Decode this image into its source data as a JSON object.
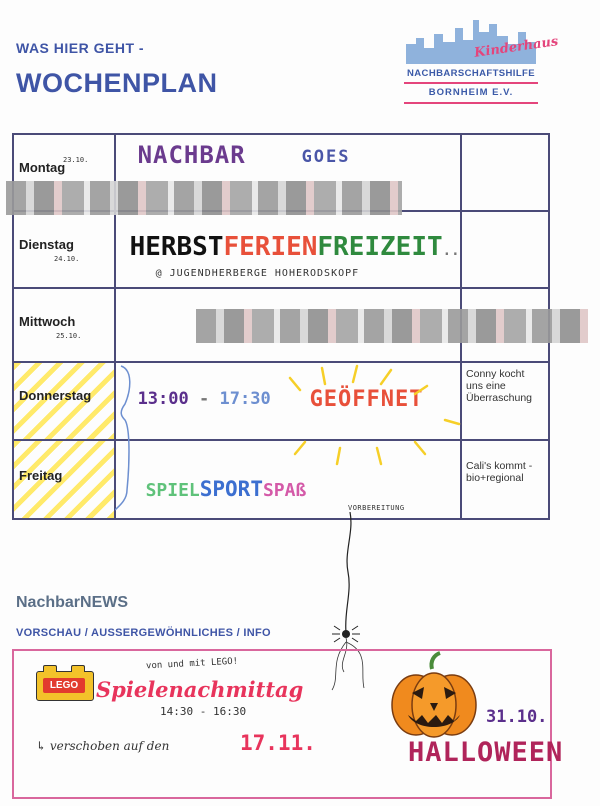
{
  "header": {
    "subtitle": "WAS HIER GEHT -",
    "title": "WOCHENPLAN"
  },
  "logo": {
    "script": "Kinderhaus",
    "line1": "NACHBARSCHAFTSHILFE",
    "line2": "BORNHEIM E.V."
  },
  "plan": {
    "days": [
      {
        "name": "Montag",
        "date": "23.10."
      },
      {
        "name": "Dienstag",
        "date": "24.10."
      },
      {
        "name": "Mittwoch",
        "date": "25.10."
      },
      {
        "name": "Donnerstag",
        "date": ""
      },
      {
        "name": "Freitag",
        "date": ""
      }
    ],
    "monday": {
      "word1": "NACHBAR",
      "word2": "GOES"
    },
    "tuesday": {
      "part1": "HERBST",
      "part2": "FERIEN",
      "part3": "FREIZEIT",
      "dots": "..",
      "location": "@ JUGENDHERBERGE HOHERODSKOPF"
    },
    "thursday": {
      "time_start": "13:00",
      "dash": "-",
      "time_end": "17:30",
      "status": "GEÖFFNET",
      "note": "Conny kocht uns eine Überraschung"
    },
    "friday": {
      "part1": "SPIEL",
      "part2": "SPORT",
      "part3": "SPAß",
      "note": "Cali's kommt - bio+regional"
    }
  },
  "vorbereitung": "VORBEREITUNG",
  "news": {
    "title": "NachbarNEWS",
    "subtitle": "VORSCHAU / AUSSERGEWÖHNLICHES / INFO",
    "lego_brick": "LEGO",
    "lego_caption": "von und mit LEGO!",
    "event": "Spielenachmittag",
    "event_time": "14:30 - 16:30",
    "moved_label": "↳ verschoben auf den",
    "moved_date": "17.11.",
    "halloween_date": "31.10.",
    "halloween": "HALLOWEEN"
  },
  "colors": {
    "header_blue": "#3f55a6",
    "accent_pink": "#e4457c",
    "table_border": "#4b4b78",
    "highlight_yellow": "#ffe650"
  }
}
